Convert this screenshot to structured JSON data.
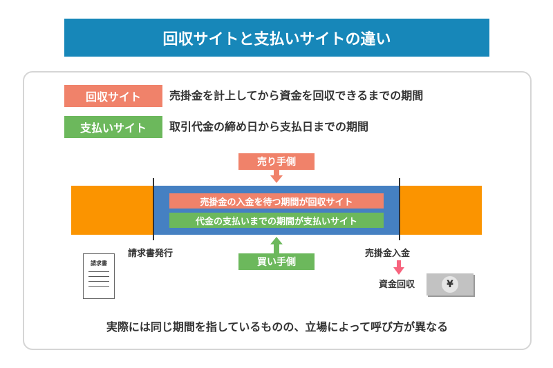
{
  "title": "回収サイトと支払いサイトの違い",
  "definitions": [
    {
      "label": "回収サイト",
      "text": "売掛金を計上してから資金を回収できるまでの期間",
      "color": "#f0826a"
    },
    {
      "label": "支払いサイト",
      "text": "取引代金の締め日から支払日までの期間",
      "color": "#6cb85c"
    }
  ],
  "diagram": {
    "seller": "売り手側",
    "buyer": "買い手側",
    "collection_bar": "売掛金の入金を待つ期間が回収サイト",
    "payment_bar": "代金の支払いまでの期間が支払いサイト",
    "start_label": "請求書発行",
    "end_label": "売掛金入金",
    "invoice_doc": "請求書",
    "fund_collection": "資金回収",
    "yen": "¥"
  },
  "footer": "実際には同じ期間を指しているものの、立場によって呼び方が異なる",
  "colors": {
    "title": "#1787b9",
    "orange": "#fb9400",
    "blue": "#4580c2",
    "pink": "#f7647e"
  }
}
